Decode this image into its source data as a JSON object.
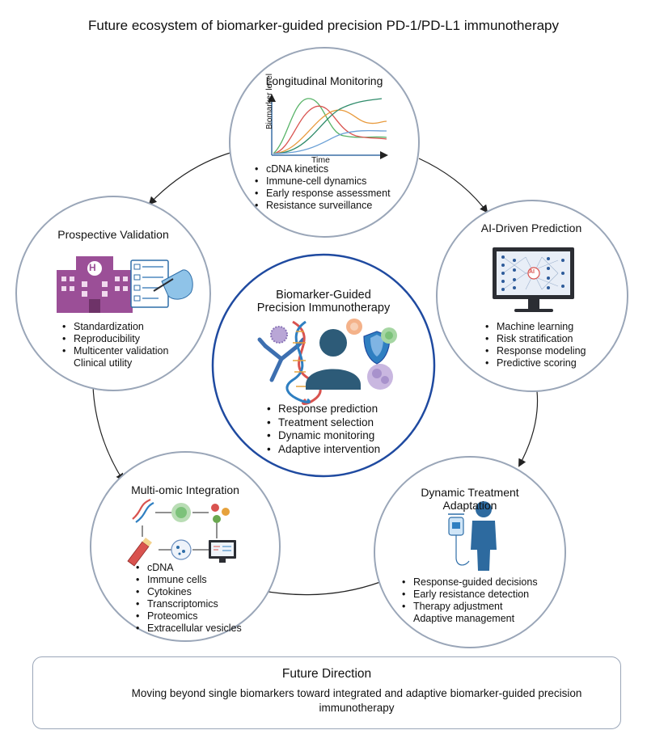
{
  "title": "Future ecosystem of biomarker-guided precision PD-1/PD-L1 immunotherapy",
  "colors": {
    "circle_border": "#9aa6b8",
    "center_border": "#1f4aa0",
    "hospital": "#9b4f97",
    "person": "#2d6a9f",
    "shield": "#2f7fc1",
    "target_red": "#cc2229"
  },
  "nodes": {
    "longitudinal": {
      "title": "Longitudinal Monitoring",
      "chart_ylabel": "Biomarker level",
      "chart_xlabel": "Time",
      "items": [
        "cDNA kinetics",
        "Immune-cell dynamics",
        "Early response assessment",
        "Resistance surveillance"
      ]
    },
    "ai": {
      "title": "AI-Driven Prediction",
      "monitor_label": "AI",
      "items": [
        "Machine learning",
        "Risk stratification",
        "Response modeling",
        "Predictive scoring"
      ]
    },
    "dynamic": {
      "title_line1": "Dynamic Treatment",
      "title_line2": "Adaptation",
      "items": [
        "Response-guided decisions",
        "Early resistance detection",
        "Therapy adjustment",
        "Adaptive management"
      ]
    },
    "multiomic": {
      "title": "Multi-omic Integration",
      "items": [
        "cDNA",
        "Immune cells",
        "Cytokines",
        "Transcriptomics",
        "Proteomics",
        "Extracellular vesicles"
      ]
    },
    "prospective": {
      "title": "Prospective Validation",
      "hospital_letter": "H",
      "items": [
        "Standardization",
        "Reproducibility",
        "Multicenter validation",
        "Clinical utility"
      ]
    },
    "center": {
      "title_line1": "Biomarker-Guided",
      "title_line2": "Precision Immunotherapy",
      "items": [
        "Response prediction",
        "Treatment selection",
        "Dynamic monitoring",
        "Adaptive intervention"
      ]
    }
  },
  "future": {
    "title": "Future Direction",
    "text": "Moving beyond single biomarkers toward integrated and adaptive biomarker-guided precision immunotherapy"
  }
}
